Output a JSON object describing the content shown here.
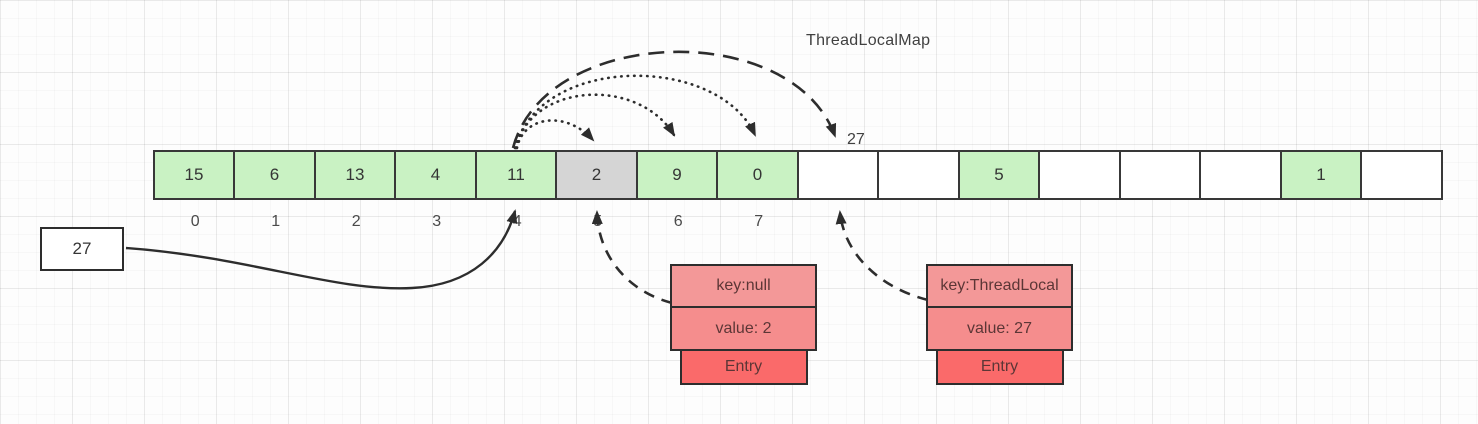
{
  "title": "ThreadLocalMap",
  "array": {
    "cells": [
      {
        "value": "15",
        "state": "green"
      },
      {
        "value": "6",
        "state": "green"
      },
      {
        "value": "13",
        "state": "green"
      },
      {
        "value": "4",
        "state": "green"
      },
      {
        "value": "11",
        "state": "green"
      },
      {
        "value": "2",
        "state": "gray"
      },
      {
        "value": "9",
        "state": "green"
      },
      {
        "value": "0",
        "state": "green"
      },
      {
        "value": "",
        "state": "empty"
      },
      {
        "value": "",
        "state": "empty"
      },
      {
        "value": "5",
        "state": "green"
      },
      {
        "value": "",
        "state": "empty"
      },
      {
        "value": "",
        "state": "empty"
      },
      {
        "value": "",
        "state": "empty"
      },
      {
        "value": "1",
        "state": "green"
      },
      {
        "value": "",
        "state": "empty"
      }
    ],
    "index_labels": [
      "0",
      "1",
      "2",
      "3",
      "4",
      "5",
      "6",
      "7"
    ]
  },
  "annotations": {
    "probe_value": "27",
    "slot8_insert_label": "27"
  },
  "entries": [
    {
      "key": "key:null",
      "value": "value: 2",
      "label": "Entry"
    },
    {
      "key": "key:ThreadLocal",
      "value": "value: 27",
      "label": "Entry"
    }
  ],
  "colors": {
    "cell_green": "#c9f2c3",
    "cell_gray": "#d5d5d5",
    "entry_key_fill": "#f39898",
    "entry_value_fill": "#f58d8d",
    "entry_label_fill": "#fa6a6a",
    "stroke": "#2d2d2d"
  }
}
